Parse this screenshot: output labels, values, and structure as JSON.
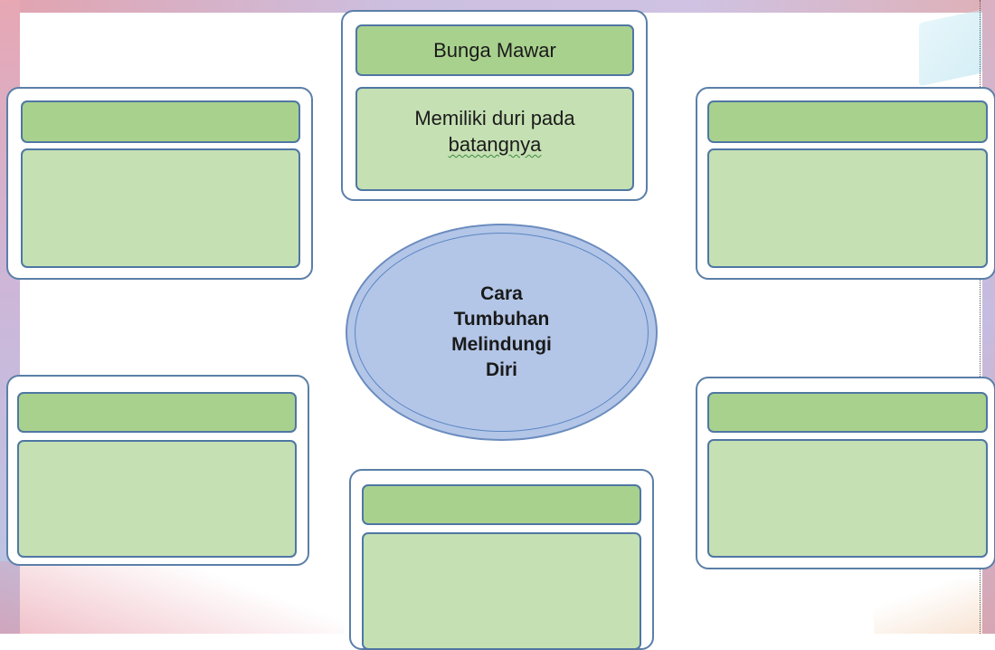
{
  "diagram": {
    "center": {
      "label": "Cara Tumbuhan Melindungi Diri"
    },
    "boxes": [
      {
        "position": "top",
        "title": "Bunga Mawar",
        "text_line1": "Memiliki duri pada",
        "text_line2": "batangnya"
      },
      {
        "position": "top-left",
        "title": "",
        "text": ""
      },
      {
        "position": "top-right",
        "title": "",
        "text": ""
      },
      {
        "position": "bottom-left",
        "title": "",
        "text": ""
      },
      {
        "position": "bottom",
        "title": "",
        "text": ""
      },
      {
        "position": "bottom-right",
        "title": "",
        "text": ""
      }
    ],
    "colors": {
      "title_fill": "#a9d18e",
      "body_fill": "#c5e0b3",
      "center_fill": "#b3c6e7",
      "border": "#4f77a3"
    }
  }
}
